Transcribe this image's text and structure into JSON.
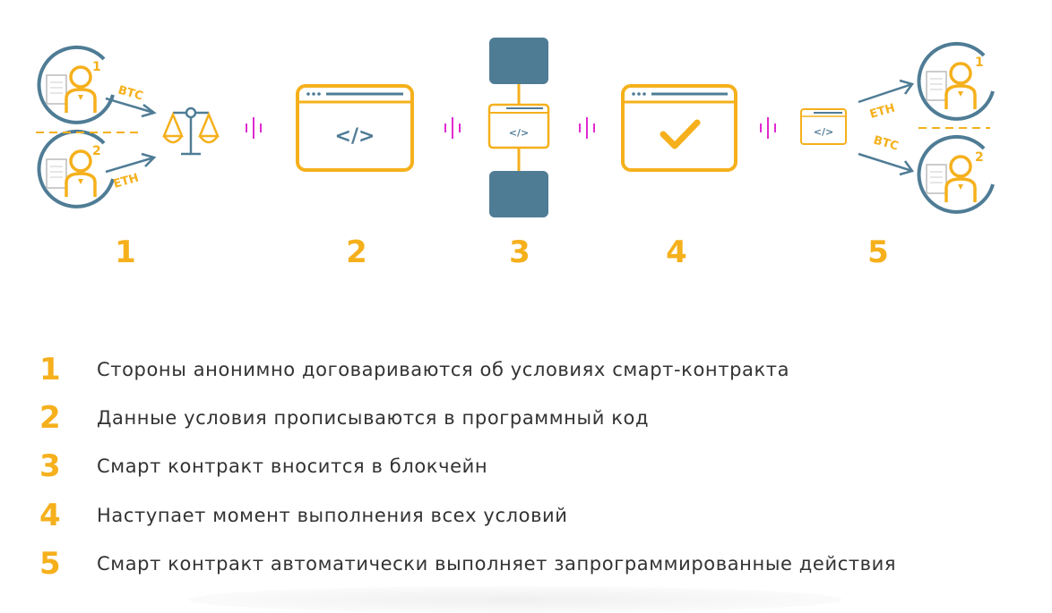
{
  "diagram": {
    "step_numbers": [
      "1",
      "2",
      "3",
      "4",
      "5"
    ],
    "party_labels": [
      "1",
      "2"
    ],
    "currency_in": {
      "top": "BTC",
      "bottom": "ETH"
    },
    "currency_out": {
      "top": "ETH",
      "bottom": "BTC"
    },
    "code_glyph": "</>",
    "colors": {
      "accent": "#f5b01c",
      "slate": "#4f7c95",
      "separator": "#e02ad0",
      "text": "#333333"
    }
  },
  "legend": [
    {
      "num": "1",
      "text": "Стороны анонимно договариваются об условиях смарт-контракта"
    },
    {
      "num": "2",
      "text": "Данные условия прописываются в программный код"
    },
    {
      "num": "3",
      "text": "Смарт контракт вносится в блокчейн"
    },
    {
      "num": "4",
      "text": "Наступает момент выполнения всех условий"
    },
    {
      "num": "5",
      "text": "Смарт контракт автоматически выполняет запрограммированные действия"
    }
  ]
}
